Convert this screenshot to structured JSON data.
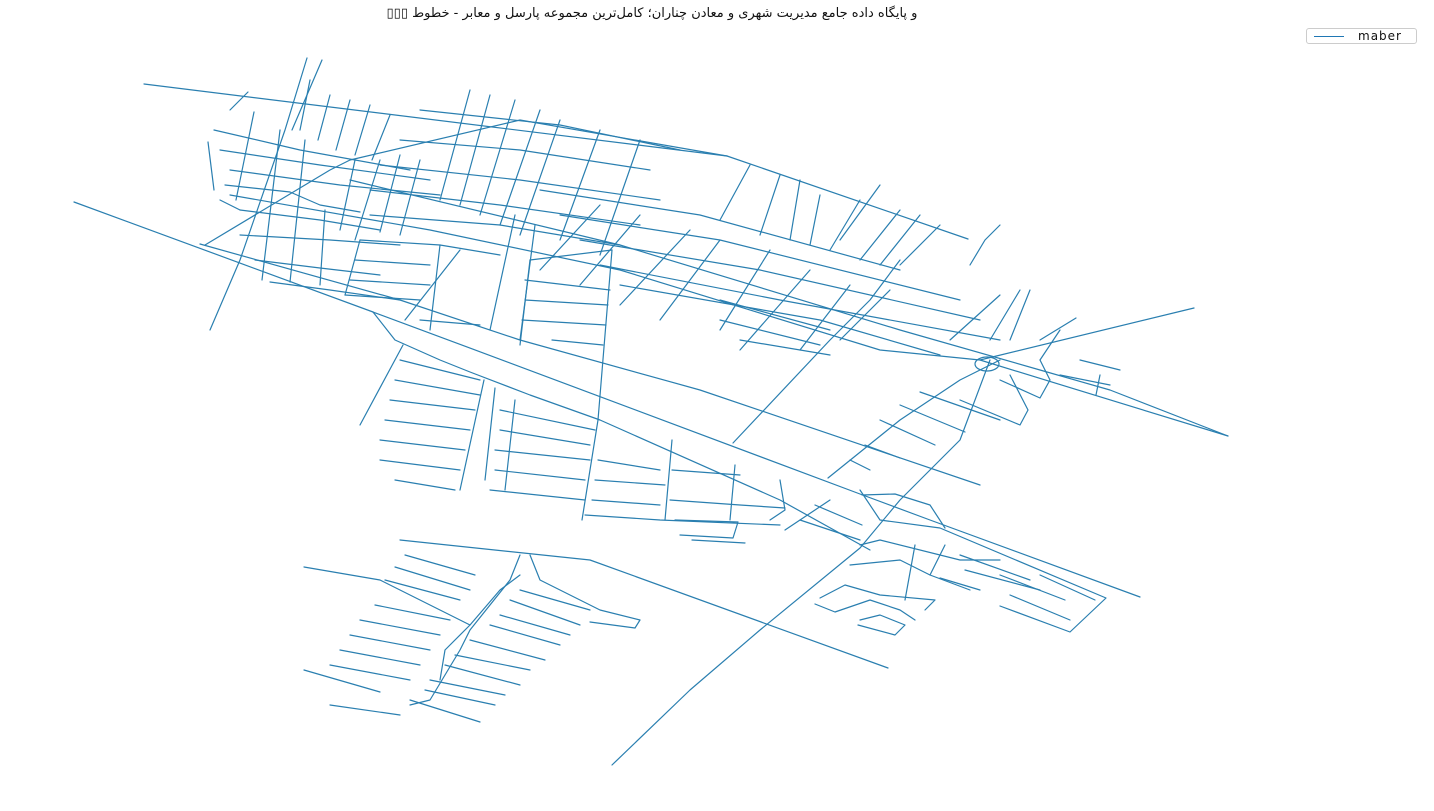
{
  "title": "و پایگاه داده جامع مدیریت شهری و معادن چناران؛ کامل‌ترین مجموعه پارسل و معابر - خطوط ▯▯▯",
  "legend": {
    "label": "maber",
    "placement": "top-right"
  },
  "colors": {
    "streets": "#1f77b4"
  }
}
